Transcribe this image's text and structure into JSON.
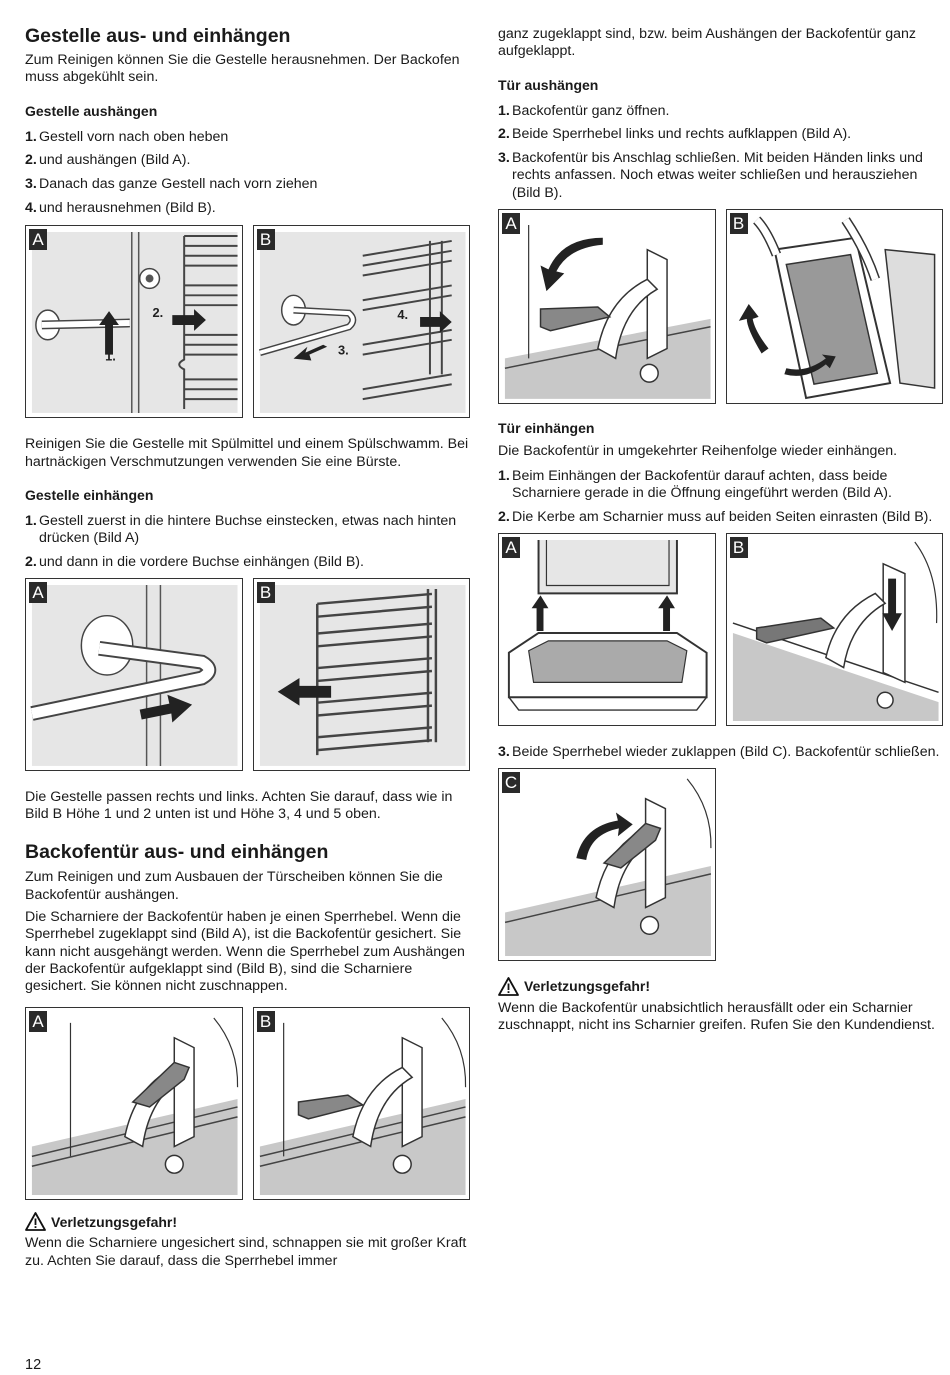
{
  "left": {
    "sec1_title": "Gestelle aus- und einhängen",
    "sec1_intro": "Zum Reinigen können Sie die Gestelle herausnehmen. Der Backofen muss abgekühlt sein.",
    "aus_heading": "Gestelle aushängen",
    "aus_steps": [
      {
        "n": "1.",
        "t": "Gestell vorn nach oben heben"
      },
      {
        "n": "2.",
        "t": "und aushängen (Bild A)."
      },
      {
        "n": "3.",
        "t": "Danach das ganze Gestell nach vorn ziehen"
      },
      {
        "n": "4.",
        "t": "und herausnehmen (Bild B)."
      }
    ],
    "fig1": {
      "a": "A",
      "b": "B",
      "s1": "1.",
      "s2": "2.",
      "s3": "3.",
      "s4": "4."
    },
    "clean_text": "Reinigen Sie die Gestelle mit Spülmittel und einem Spülschwamm. Bei hartnäckigen Verschmutzungen verwenden Sie eine Bürste.",
    "ein_heading": "Gestelle einhängen",
    "ein_steps": [
      {
        "n": "1.",
        "t": "Gestell zuerst in die hintere Buchse einstecken, etwas nach hinten drücken (Bild A)"
      },
      {
        "n": "2.",
        "t": "und dann in die vordere Buchse einhängen (Bild B)."
      }
    ],
    "fig2": {
      "a": "A",
      "b": "B"
    },
    "fit_text": "Die Gestelle passen rechts und links. Achten Sie darauf, dass wie in Bild B Höhe 1 und 2 unten ist und Höhe 3, 4 und 5 oben.",
    "sec2_title": "Backofentür aus- und einhängen",
    "sec2_intro": "Zum Reinigen und zum Ausbauen der Türscheiben können Sie die Backofentür aushängen.",
    "sec2_text": "Die Scharniere der Backofentür haben je einen Sperrhebel. Wenn die Sperrhebel zugeklappt sind (Bild A), ist die Backofentür gesichert. Sie kann nicht ausgehängt werden. Wenn die Sperrhebel zum Aushängen der Backofentür aufgeklappt sind (Bild B), sind die Scharniere gesichert. Sie können nicht zuschnappen.",
    "fig3": {
      "a": "A",
      "b": "B"
    },
    "warn_title": "Verletzungsgefahr!",
    "warn_text": "Wenn die Scharniere ungesichert sind, schnappen sie mit großer Kraft zu. Achten Sie darauf, dass die Sperrhebel immer"
  },
  "right": {
    "cont_text": "ganz zugeklappt sind, bzw. beim Aushängen der Backofentür ganz aufgeklappt.",
    "aus_heading": "Tür aushängen",
    "aus_steps": [
      {
        "n": "1.",
        "t": "Backofentür ganz öffnen."
      },
      {
        "n": "2.",
        "t": "Beide Sperrhebel links und rechts aufklappen (Bild A)."
      },
      {
        "n": "3.",
        "t": "Backofentür bis Anschlag schließen. Mit beiden Händen links und rechts anfassen. Noch etwas weiter schließen und herausziehen (Bild B)."
      }
    ],
    "fig4": {
      "a": "A",
      "b": "B"
    },
    "ein_heading": "Tür einhängen",
    "ein_intro": "Die Backofentür in umgekehrter Reihenfolge wieder einhängen.",
    "ein_steps": [
      {
        "n": "1.",
        "t": "Beim Einhängen der Backofentür darauf achten, dass beide Scharniere gerade in die Öffnung eingeführt werden (Bild A)."
      },
      {
        "n": "2.",
        "t": "Die Kerbe am Scharnier muss auf beiden Seiten einrasten (Bild B)."
      }
    ],
    "fig5": {
      "a": "A",
      "b": "B"
    },
    "step3": {
      "n": "3.",
      "t": "Beide Sperrhebel wieder zuklappen (Bild C). Backofentür schließen."
    },
    "fig6": {
      "c": "C"
    },
    "warn_title": "Verletzungsgefahr!",
    "warn_text": "Wenn die Backofentür unabsichtlich herausfällt oder ein Scharnier zuschnappt, nicht ins Scharnier greifen. Rufen Sie den Kundendienst."
  },
  "page_number": "12"
}
